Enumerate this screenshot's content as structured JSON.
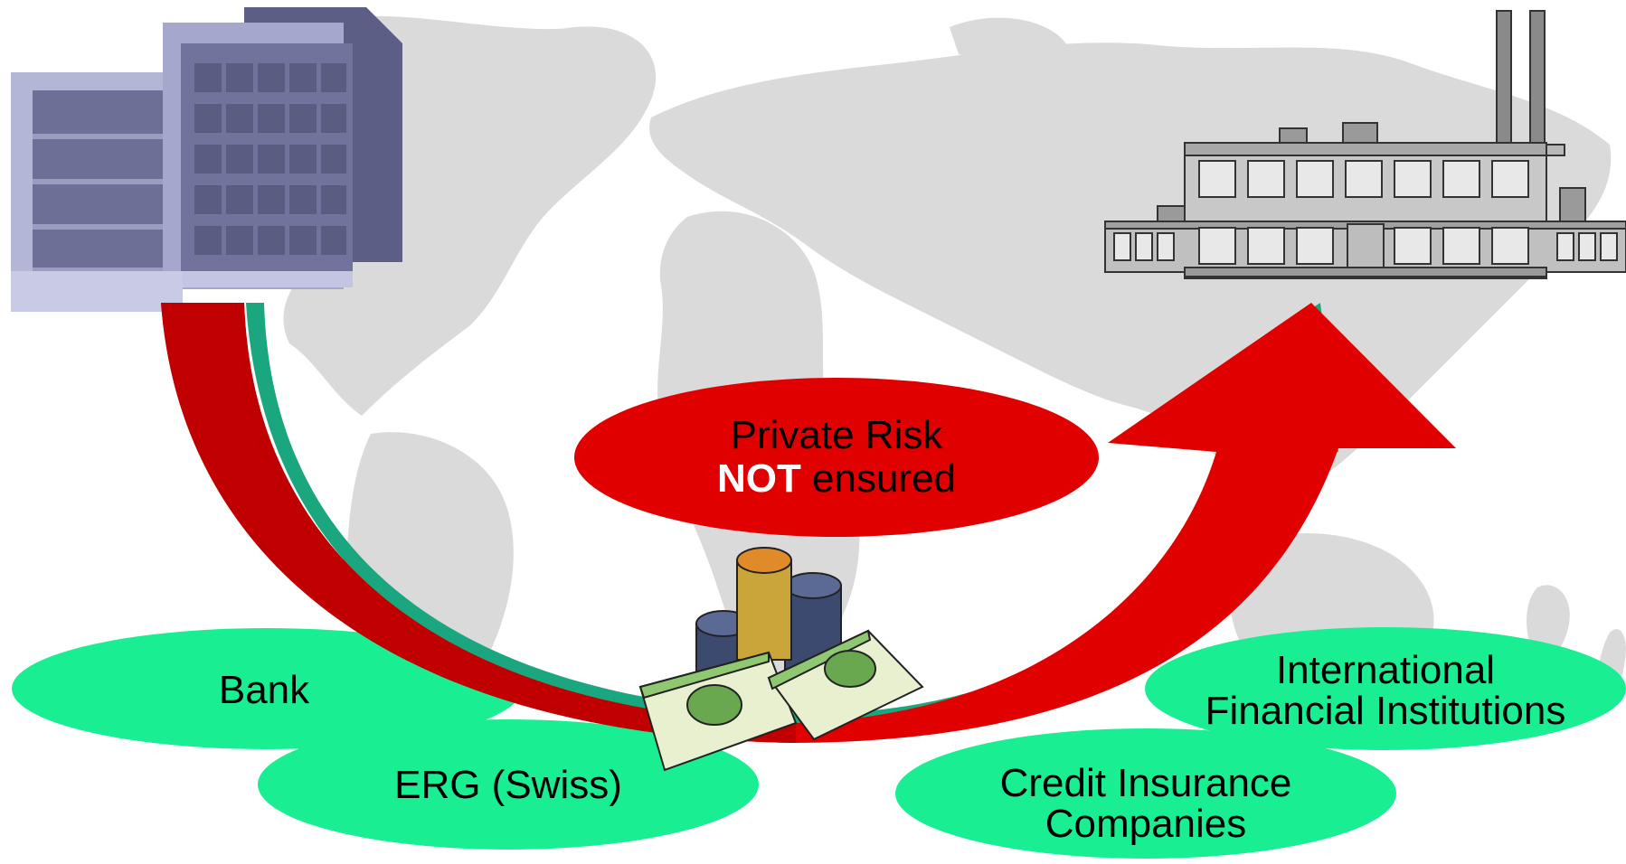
{
  "diagram": {
    "risk_bubble": {
      "line1": "Private Risk",
      "line2_bold": "NOT",
      "line2_rest": " ensured"
    },
    "parties": {
      "bank": "Bank",
      "erg": "ERG (Swiss)",
      "ifi_line1": "International",
      "ifi_line2": "Financial Institutions",
      "credit_line1": "Credit Insurance",
      "credit_line2": "Companies"
    },
    "colors": {
      "arrow_red": "#e00000",
      "arrow_dark_red": "#c00000",
      "arrow_shadow": "#1aa67e",
      "ellipse_green": "#19ef92",
      "map_gray": "#dadada",
      "building_purple": "#6d6f96",
      "factory_gray": "#b8b8b8"
    },
    "icons": [
      "office-building-icon",
      "factory-icon",
      "money-stack-icon",
      "world-map-icon"
    ]
  }
}
